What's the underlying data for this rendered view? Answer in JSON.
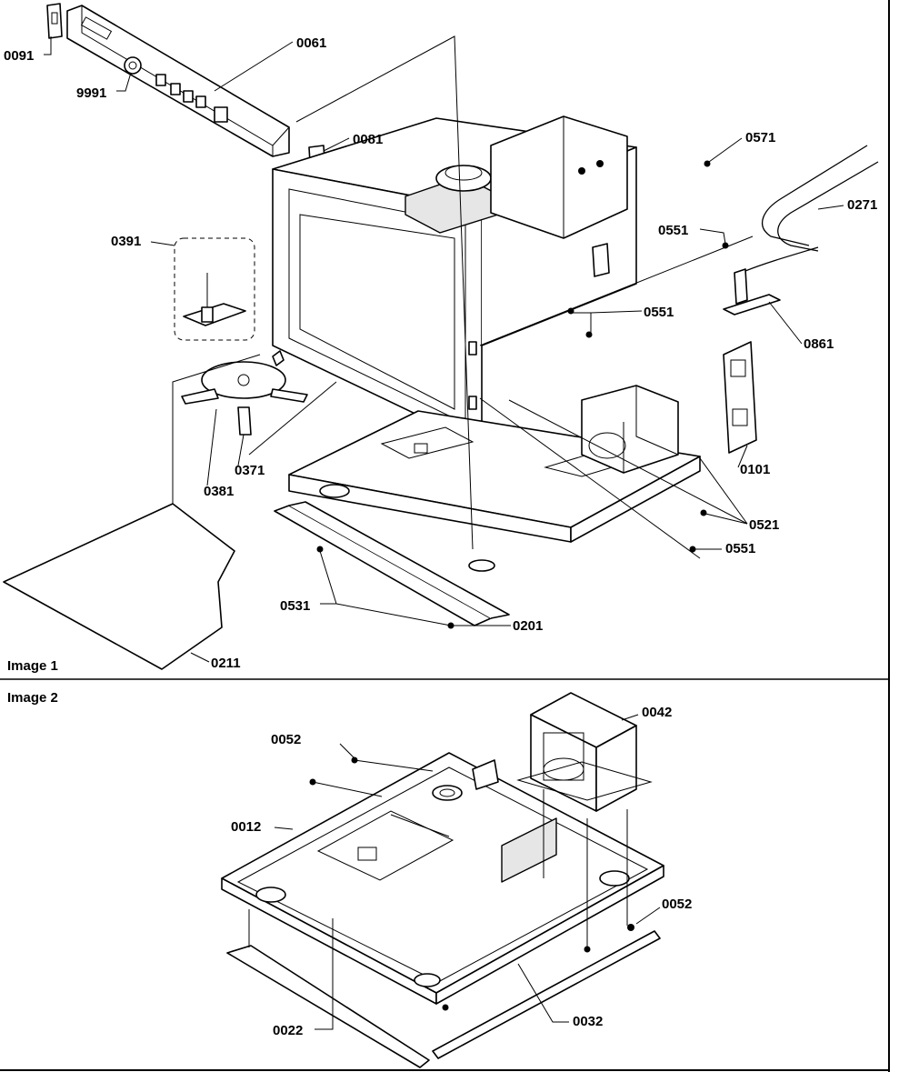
{
  "sections": [
    {
      "name": "Image 1"
    },
    {
      "name": "Image 2"
    }
  ],
  "labels": {
    "p0091": "0091",
    "p9991": "9991",
    "p0061": "0061",
    "p0081": "0081",
    "p0391": "0391",
    "p0571": "0571",
    "p0551a": "0551",
    "p0271": "0271",
    "p0551b": "0551",
    "p0861": "0861",
    "p0101": "0101",
    "p0371": "0371",
    "p0381": "0381",
    "p0521": "0521",
    "p0551c": "0551",
    "p0531": "0531",
    "p0201": "0201",
    "p0211": "0211",
    "p0042": "0042",
    "p0052a": "0052",
    "p0012": "0012",
    "p0052b": "0052",
    "p0022": "0022",
    "p0032": "0032"
  }
}
